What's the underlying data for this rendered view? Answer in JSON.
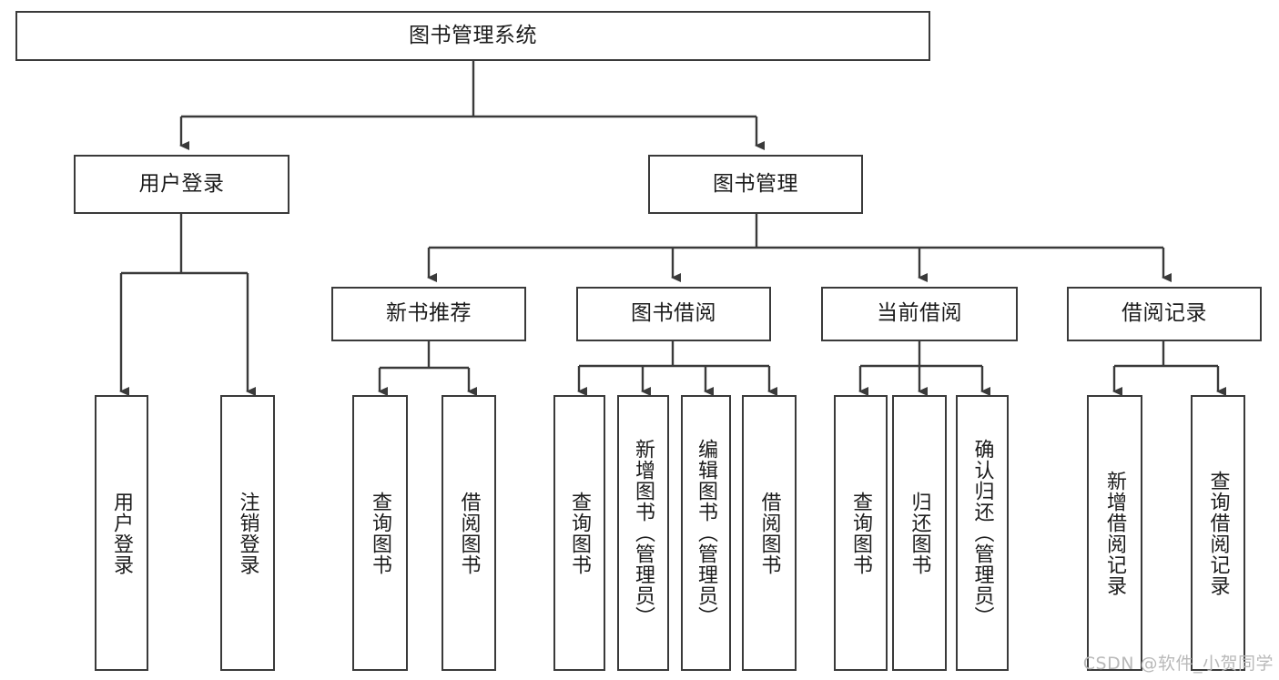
{
  "diagram": {
    "title": "图书管理系统",
    "type": "hierarchy-tree",
    "stroke_color": "#3a3a3a",
    "background_color": "#ffffff",
    "text_color": "#1c1c1c",
    "nodes": {
      "root": {
        "label": "图书管理系统",
        "level": 1,
        "orientation": "horizontal"
      },
      "l2": [
        {
          "id": "user-login",
          "label": "用户登录",
          "level": 2,
          "orientation": "horizontal"
        },
        {
          "id": "book-manage",
          "label": "图书管理",
          "level": 2,
          "orientation": "horizontal"
        }
      ],
      "l3": [
        {
          "id": "new-book-recommend",
          "label": "新书推荐",
          "level": 3,
          "orientation": "horizontal"
        },
        {
          "id": "book-borrow",
          "label": "图书借阅",
          "level": 3,
          "orientation": "horizontal"
        },
        {
          "id": "current-borrow",
          "label": "当前借阅",
          "level": 3,
          "orientation": "horizontal"
        },
        {
          "id": "borrow-record",
          "label": "借阅记录",
          "level": 3,
          "orientation": "horizontal"
        }
      ],
      "leaves": [
        {
          "id": "leaf-user-login",
          "label": "用户登录",
          "parent": "user-login",
          "orientation": "vertical"
        },
        {
          "id": "leaf-user-logout",
          "label": "注销登录",
          "parent": "user-login",
          "orientation": "vertical"
        },
        {
          "id": "leaf-query-book-1",
          "label": "查询图书",
          "parent": "new-book-recommend",
          "orientation": "vertical"
        },
        {
          "id": "leaf-borrow-book-1",
          "label": "借阅图书",
          "parent": "new-book-recommend",
          "orientation": "vertical"
        },
        {
          "id": "leaf-query-book-2",
          "label": "查询图书",
          "parent": "book-borrow",
          "orientation": "vertical"
        },
        {
          "id": "leaf-add-book",
          "label": "新增图书（管理员）",
          "parent": "book-borrow",
          "orientation": "vertical"
        },
        {
          "id": "leaf-edit-book",
          "label": "编辑图书（管理员）",
          "parent": "book-borrow",
          "orientation": "vertical"
        },
        {
          "id": "leaf-borrow-book-2",
          "label": "借阅图书",
          "parent": "book-borrow",
          "orientation": "vertical"
        },
        {
          "id": "leaf-query-book-3",
          "label": "查询图书",
          "parent": "current-borrow",
          "orientation": "vertical"
        },
        {
          "id": "leaf-return-book",
          "label": "归还图书",
          "parent": "current-borrow",
          "orientation": "vertical"
        },
        {
          "id": "leaf-confirm-return",
          "label": "确认归还（管理员）",
          "parent": "current-borrow",
          "orientation": "vertical"
        },
        {
          "id": "leaf-add-record",
          "label": "新增借阅记录",
          "parent": "borrow-record",
          "orientation": "vertical"
        },
        {
          "id": "leaf-query-record",
          "label": "查询借阅记录",
          "parent": "borrow-record",
          "orientation": "vertical"
        }
      ]
    }
  },
  "watermark": {
    "text": "CSDN @软件_小贺同学"
  }
}
